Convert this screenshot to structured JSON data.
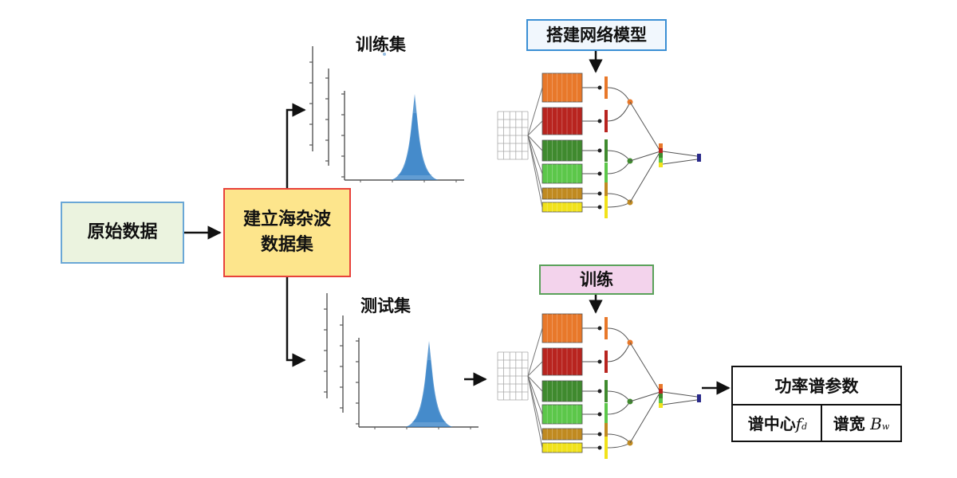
{
  "raw_data": "原始数据",
  "build_dataset": {
    "line1": "建立海杂波",
    "line2": "数据集"
  },
  "train_set": "训练集",
  "test_set": "测试集",
  "build_model": "搭建网络模型",
  "training": "训练",
  "output": {
    "title": "功率谱参数",
    "center_label": "谱中心",
    "center_symbol": "f",
    "center_subscript": "d",
    "width_label": "谱宽",
    "width_symbol": "B",
    "width_subscript": "w"
  },
  "colors": {
    "raw_border": "#6aa7d6",
    "raw_fill": "#ebf3df",
    "dataset_border": "#e8423b",
    "dataset_fill": "#fde58c",
    "model_border": "#3b8fd4",
    "model_fill": "#f1f7fd",
    "train_border": "#5aa15a",
    "train_fill": "#f3d3ec",
    "layer_orange": "#e8782a",
    "layer_red": "#b8241f",
    "layer_dgreen": "#3f8a2e",
    "layer_lgreen": "#5cc74a",
    "layer_brown": "#c08a20",
    "layer_yellow": "#f1e21b",
    "spectrum": "#2d7cc4"
  }
}
